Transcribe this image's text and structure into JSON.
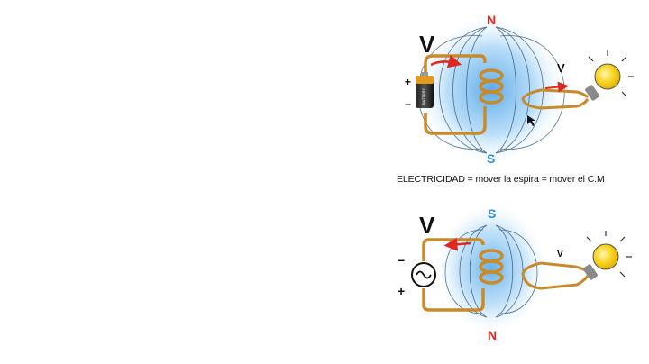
{
  "top": {
    "pole_top": "N",
    "pole_bottom": "S",
    "voltage_big": "V",
    "voltage_small": "V",
    "battery_plus": "+",
    "battery_minus": "−",
    "battery_brand": "BATTERY"
  },
  "caption": "ELECTRICIDAD = mover la espira = mover el C.M",
  "bottom": {
    "pole_top": "S",
    "pole_bottom": "N",
    "voltage_big": "V",
    "voltage_small": "V",
    "source_minus": "−",
    "source_plus": "+"
  },
  "colors": {
    "wire": "#c78a2c",
    "field": "#4da3e8",
    "arrow": "#e0281e",
    "north": "#e0281e",
    "south": "#2a8fd8",
    "bulb": "#f7d21a"
  }
}
